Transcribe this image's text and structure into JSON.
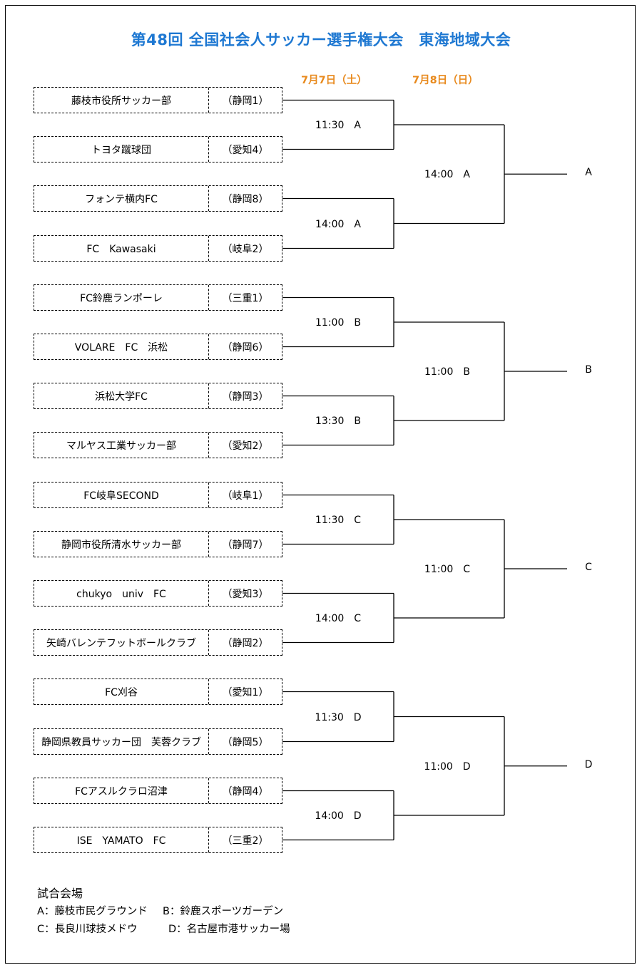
{
  "title": "第48回 全国社会人サッカー選手権大会　東海地域大会",
  "dates": {
    "day1": "7月7日（土）",
    "day2": "7月8日（日）"
  },
  "teams": [
    {
      "name": "藤枝市役所サッカー部",
      "seed": "（静岡1）"
    },
    {
      "name": "トヨタ蹴球団",
      "seed": "（愛知4）"
    },
    {
      "name": "フォンテ横内FC",
      "seed": "（静岡8）"
    },
    {
      "name": "FC　Kawasaki",
      "seed": "（岐阜2）"
    },
    {
      "name": "FC鈴鹿ランポーレ",
      "seed": "（三重1）"
    },
    {
      "name": "VOLARE　FC　浜松",
      "seed": "（静岡6）"
    },
    {
      "name": "浜松大学FC",
      "seed": "（静岡3）"
    },
    {
      "name": "マルヤス工業サッカー部",
      "seed": "（愛知2）"
    },
    {
      "name": "FC岐阜SECOND",
      "seed": "（岐阜1）"
    },
    {
      "name": "静岡市役所清水サッカー部",
      "seed": "（静岡7）"
    },
    {
      "name": "chukyo　univ　FC",
      "seed": "（愛知3）"
    },
    {
      "name": "矢崎バレンテフットボールクラブ",
      "seed": "（静岡2）"
    },
    {
      "name": "FC刈谷",
      "seed": "（愛知1）"
    },
    {
      "name": "静岡県教員サッカー団　芙蓉クラブ",
      "seed": "（静岡5）"
    },
    {
      "name": "FCアスルクラロ沼津",
      "seed": "（静岡4）"
    },
    {
      "name": "ISE　YAMATO　FC",
      "seed": "（三重2）"
    }
  ],
  "round1": [
    {
      "time": "11:30",
      "venue": "A"
    },
    {
      "time": "14:00",
      "venue": "A"
    },
    {
      "time": "11:00",
      "venue": "B"
    },
    {
      "time": "13:30",
      "venue": "B"
    },
    {
      "time": "11:30",
      "venue": "C"
    },
    {
      "time": "14:00",
      "venue": "C"
    },
    {
      "time": "11:30",
      "venue": "D"
    },
    {
      "time": "14:00",
      "venue": "D"
    }
  ],
  "round2": [
    {
      "time": "14:00",
      "venue": "A"
    },
    {
      "time": "11:00",
      "venue": "B"
    },
    {
      "time": "11:00",
      "venue": "C"
    },
    {
      "time": "11:00",
      "venue": "D"
    }
  ],
  "zones": [
    "A",
    "B",
    "C",
    "D"
  ],
  "venues": {
    "heading": "試合会場",
    "items": [
      "A：藤枝市民グラウンド",
      "B：鈴鹿スポーツガーデン",
      "C：長良川球技メドウ",
      "D：名古屋市港サッカー場"
    ]
  }
}
